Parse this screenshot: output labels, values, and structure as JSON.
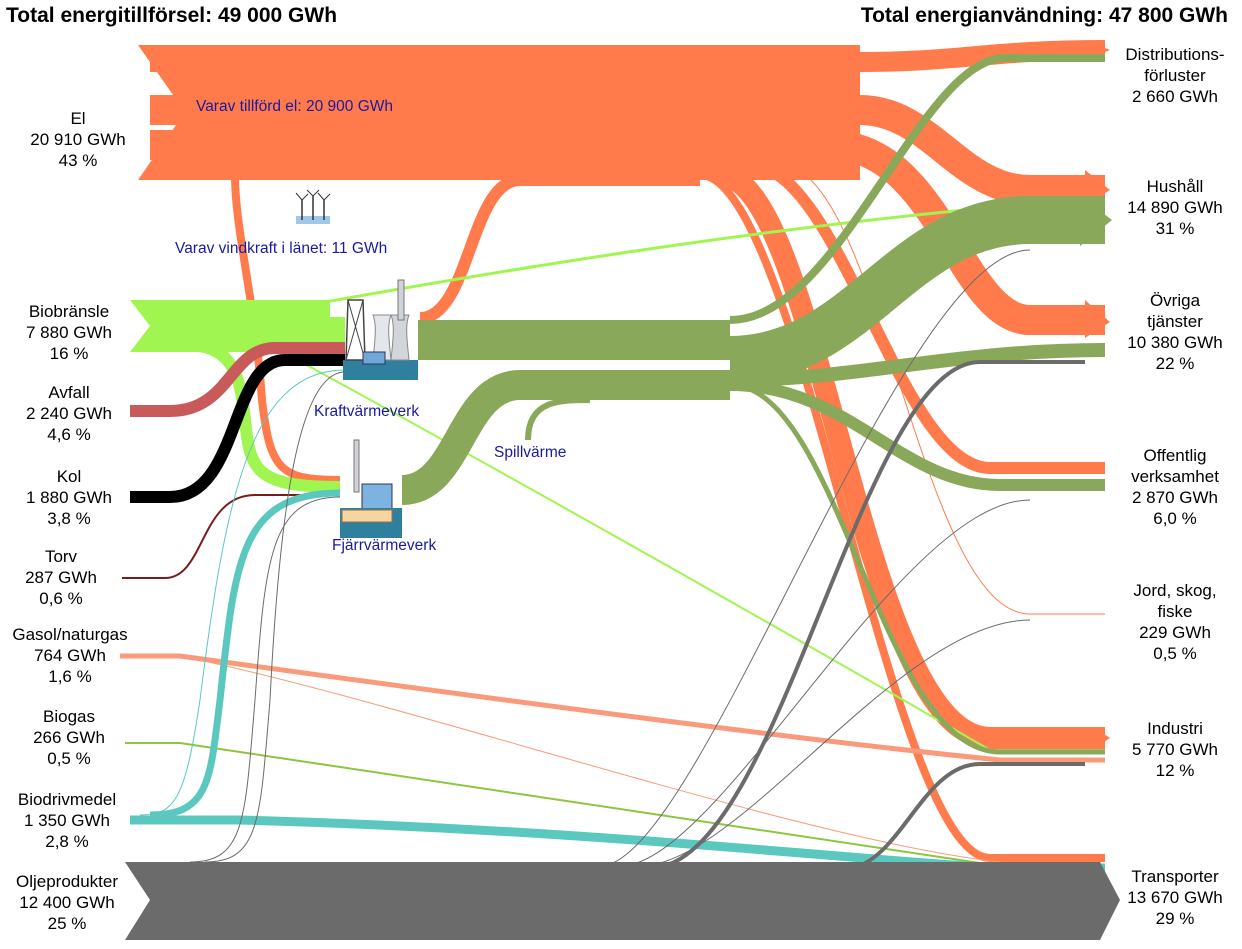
{
  "header": {
    "supply_total": "Total energitillförsel: 49 000 GWh",
    "use_total": "Total energianvändning: 47 800 GWh"
  },
  "sources": [
    {
      "lines": [
        "El",
        "20 910 GWh",
        "43 %"
      ],
      "color": "#ff7746"
    },
    {
      "lines": [
        "Biobränsle",
        "7 880 GWh",
        "16 %"
      ],
      "color": "#a0f550"
    },
    {
      "lines": [
        "Avfall",
        "2 240 GWh",
        "4,6 %"
      ],
      "color": "#c85a5a"
    },
    {
      "lines": [
        "Kol",
        "1 880 GWh",
        "3,8 %"
      ],
      "color": "#000000"
    },
    {
      "lines": [
        "Torv",
        "287 GWh",
        "0,6 %"
      ],
      "color": "#7a1a1a"
    },
    {
      "lines": [
        "Gasol/naturgas",
        "764 GWh",
        "1,6 %"
      ],
      "color": "#f99a7a"
    },
    {
      "lines": [
        "Biogas",
        "266 GWh",
        "0,5 %"
      ],
      "color": "#8cc63e"
    },
    {
      "lines": [
        "Biodrivmedel",
        "1 350 GWh",
        "2,8 %"
      ],
      "color": "#5bc8c0"
    },
    {
      "lines": [
        "Oljeprodukter",
        "12 400 GWh",
        "25 %"
      ],
      "color": "#6b6b6b"
    }
  ],
  "sectors": [
    {
      "lines": [
        "Distributions-",
        "förluster",
        "2 660 GWh"
      ]
    },
    {
      "lines": [
        "Hushåll",
        "14 890 GWh",
        "31 %"
      ]
    },
    {
      "lines": [
        "Övriga",
        "tjänster",
        "10 380 GWh",
        "22 %"
      ]
    },
    {
      "lines": [
        "Offentlig",
        "verksamhet",
        "2 870 GWh",
        "6,0 %"
      ]
    },
    {
      "lines": [
        "Jord, skog,",
        "fiske",
        "229 GWh",
        "0,5 %"
      ]
    },
    {
      "lines": [
        "Industri",
        "5 770 GWh",
        "12 %"
      ]
    },
    {
      "lines": [
        "Transporter",
        "13 670 GWh",
        "29 %"
      ]
    }
  ],
  "notes": {
    "el_supplied": "Varav tillförd el: 20 900 GWh",
    "wind": "Varav vindkraft i länet: 11 GWh",
    "chp": "Kraftvärmeverk",
    "district_heating": "Fjärrvärmeverk",
    "waste_heat": "Spillvärme"
  },
  "colors": {
    "el": "#ff7746",
    "bio": "#a0f550",
    "heat": "#8aa85a",
    "oil": "#6b6b6b",
    "biodrivmedel": "#5bc8c0",
    "gasol": "#f99a7a",
    "biogas": "#8cc63e",
    "avfall": "#c85a5a",
    "kol": "#000000",
    "torv": "#7a1a1a",
    "note_text": "#1a1aa0"
  },
  "icons": [
    "wind-turbine-icon",
    "chp-plant-icon",
    "district-heating-plant-icon"
  ]
}
